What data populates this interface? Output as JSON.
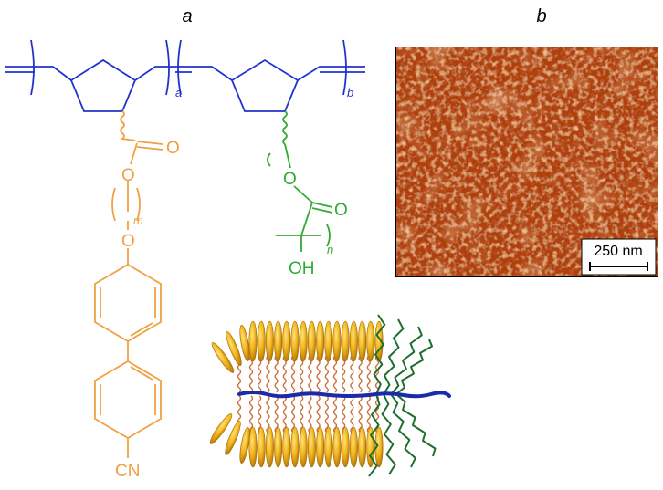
{
  "panel_labels": {
    "left": "a",
    "right": "b"
  },
  "polymer": {
    "block_a_subscript": "a",
    "block_b_subscript": "b",
    "mesogen_side_chain": {
      "ester_o": "O",
      "carbonyl_o": "O",
      "spacer_subscript": "m",
      "ether_o": "O",
      "terminal_group": "CN"
    },
    "pla_side_chain": {
      "ester_o": "O",
      "carbonyl_o": "O",
      "repeat_subscript": "n",
      "terminal_group": "OH"
    }
  },
  "micrograph": {
    "scale_bar_label": "250 nm"
  },
  "colors": {
    "backbone": "#2233cc",
    "mesogen_chain": "#f0a040",
    "pla_chain": "#33aa33",
    "micrograph_base": "#c24a12",
    "cartoon_backbone": "#1a2aa8",
    "cartoon_mesogen": "#e8a81c",
    "cartoon_spacer": "#c8703a",
    "cartoon_pla": "#1e6e2e"
  }
}
